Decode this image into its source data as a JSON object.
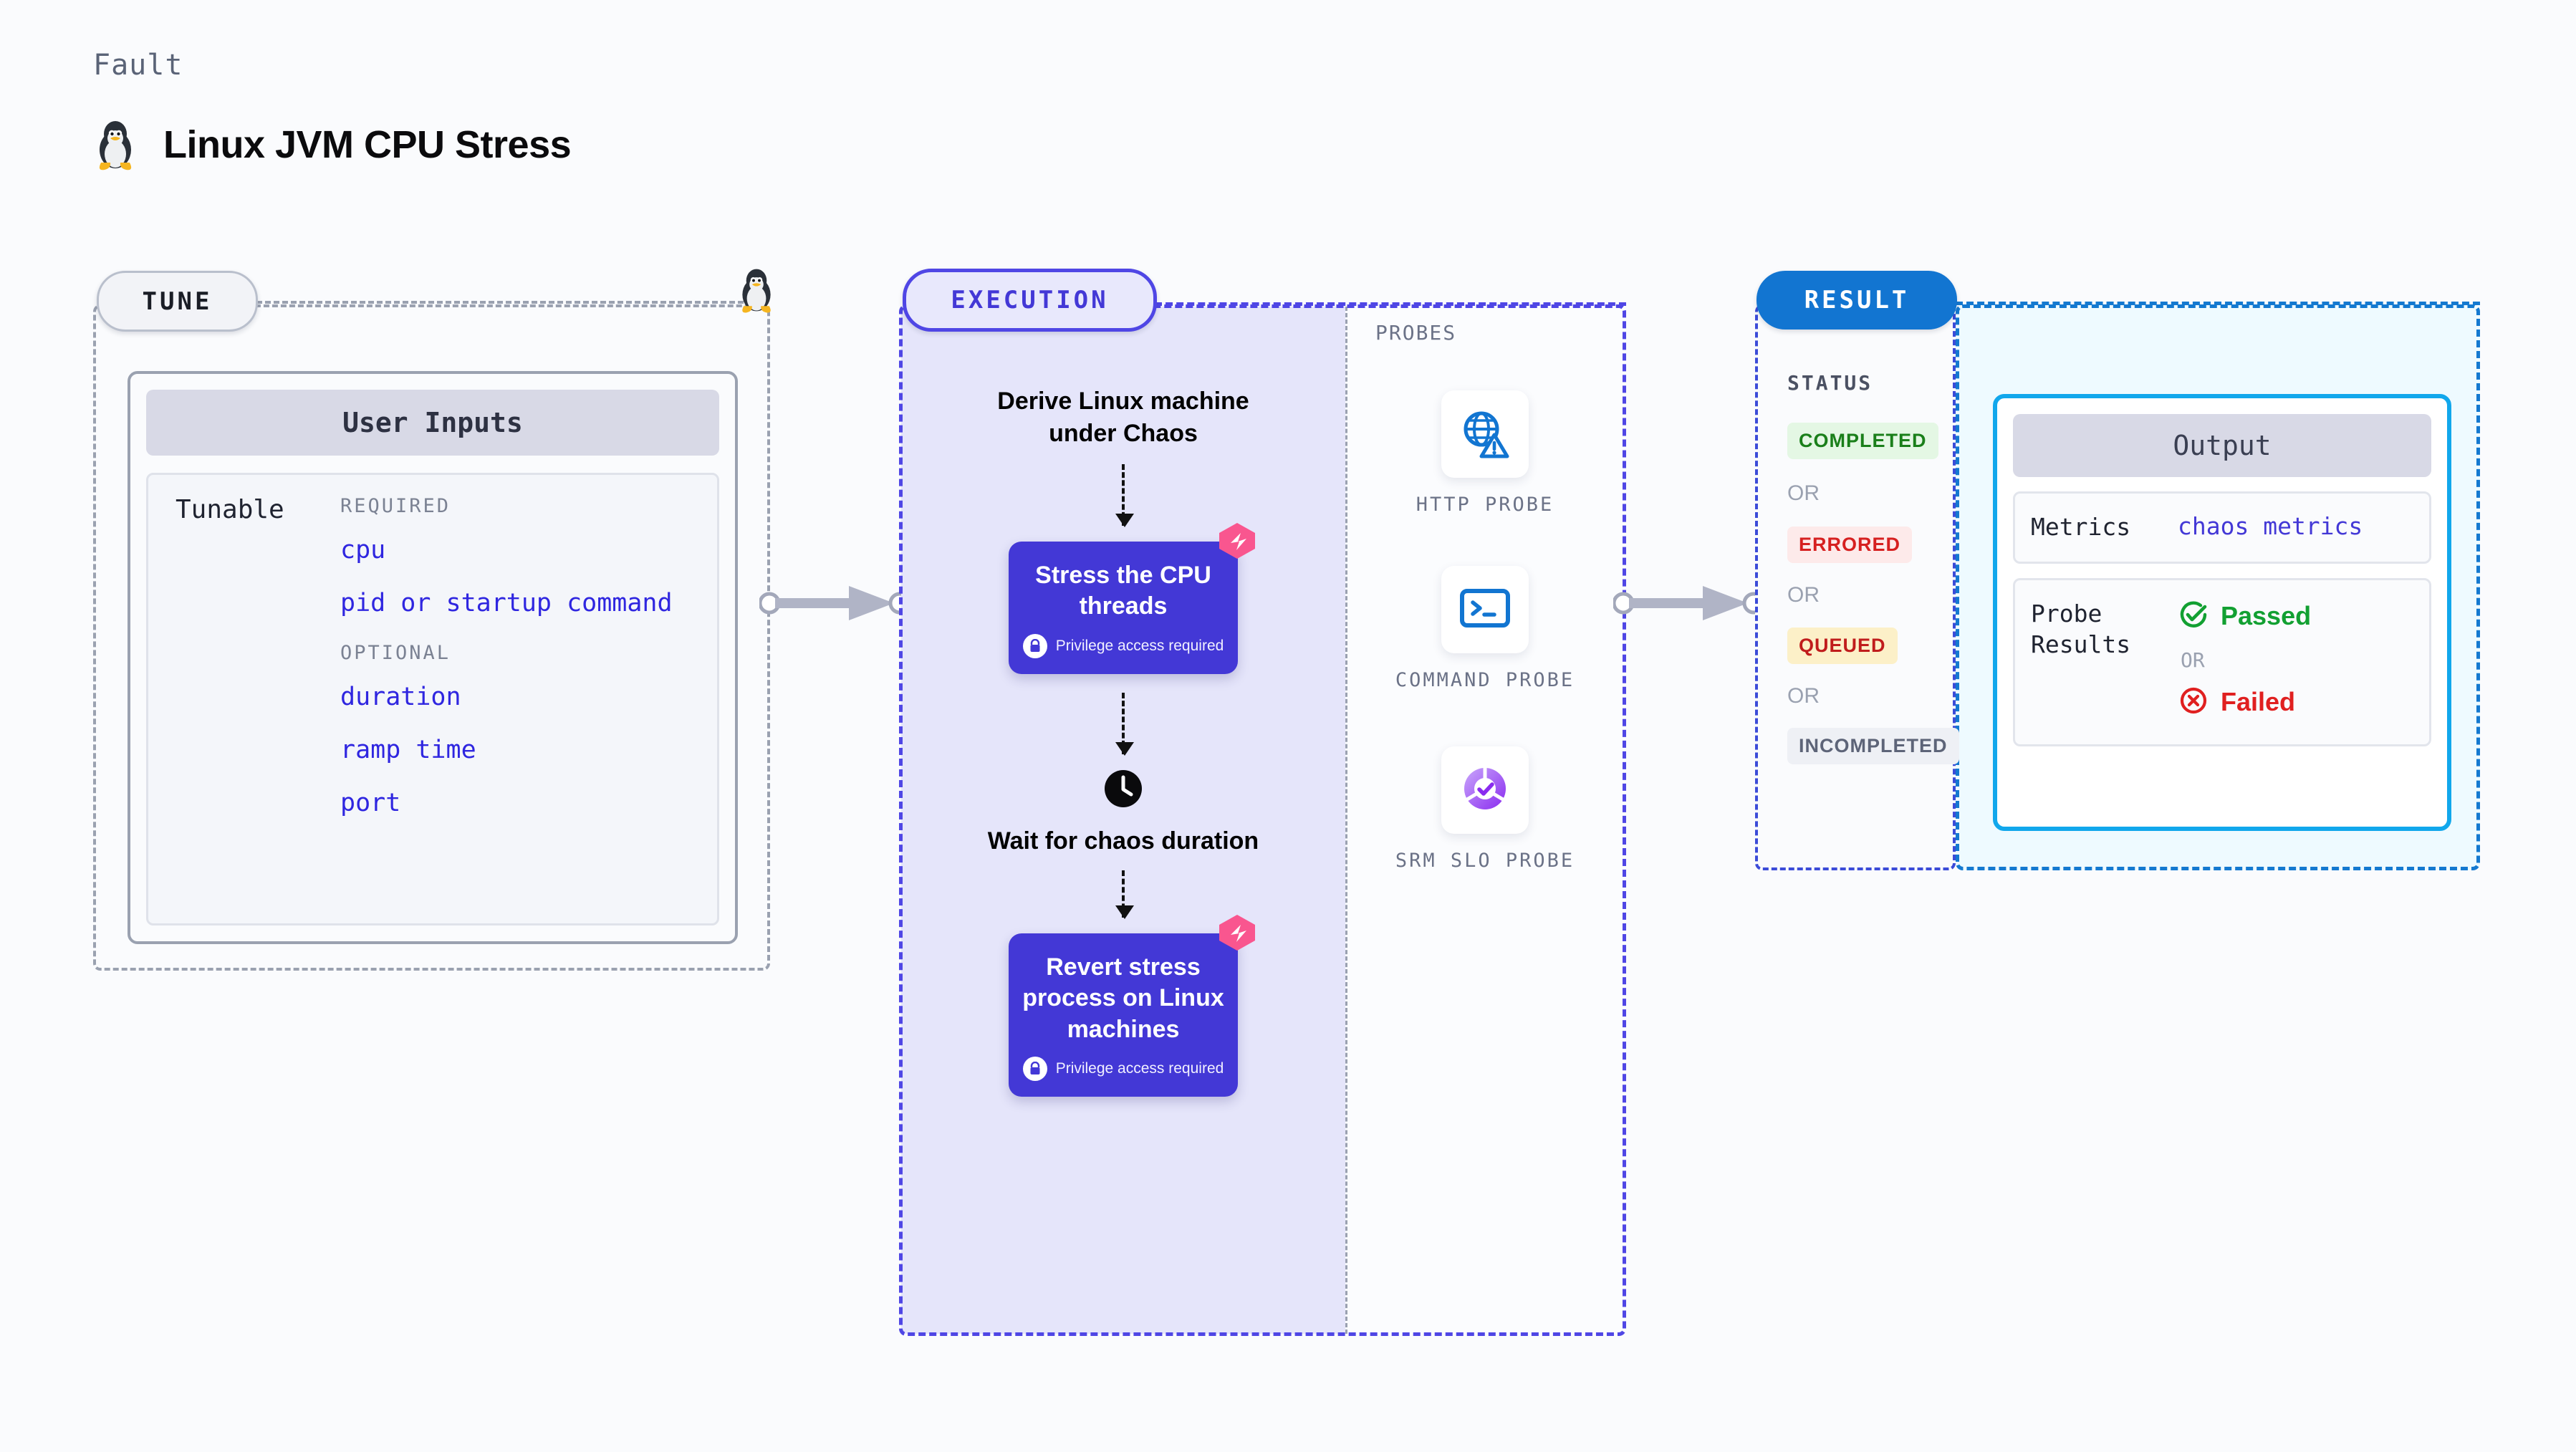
{
  "header": {
    "eyebrow": "Fault",
    "title": "Linux JVM CPU Stress",
    "icon": "tux-penguin-icon"
  },
  "stages": {
    "tune": {
      "pill_label": "TUNE",
      "card": {
        "title": "User Inputs",
        "row_label": "Tunable",
        "groups": [
          {
            "title": "REQUIRED",
            "items": [
              "cpu",
              "pid or startup command"
            ]
          },
          {
            "title": "OPTIONAL",
            "items": [
              "duration",
              "ramp time",
              "port"
            ]
          }
        ]
      }
    },
    "execution": {
      "pill_label": "EXECUTION",
      "steps": [
        {
          "type": "text",
          "label": "Derive Linux machine under Chaos"
        },
        {
          "type": "action",
          "label": "Stress the CPU threads",
          "note": "Privilege access required"
        },
        {
          "type": "wait",
          "label": "Wait for chaos duration",
          "icon": "clock-icon"
        },
        {
          "type": "action",
          "label": "Revert stress process on Linux machines",
          "note": "Privilege access required"
        }
      ]
    },
    "probes": {
      "title": "PROBES",
      "items": [
        {
          "label": "HTTP PROBE",
          "icon": "globe-warning-icon"
        },
        {
          "label": "COMMAND PROBE",
          "icon": "terminal-icon"
        },
        {
          "label": "SRM SLO PROBE",
          "icon": "slo-gauge-icon"
        }
      ]
    },
    "result": {
      "pill_label": "RESULT",
      "status_label": "STATUS",
      "or_label": "OR",
      "statuses": [
        {
          "label": "COMPLETED",
          "bg": "#e4f7e4",
          "fg": "#1a7f1a"
        },
        {
          "label": "ERRORED",
          "bg": "#fdeaea",
          "fg": "#d62020"
        },
        {
          "label": "QUEUED",
          "bg": "#fcf0c8",
          "fg": "#c01c1c"
        },
        {
          "label": "INCOMPLETED",
          "bg": "#eef0f5",
          "fg": "#5d6478"
        }
      ]
    },
    "output": {
      "title": "Output",
      "rows": [
        {
          "label": "Metrics",
          "value": "chaos metrics"
        },
        {
          "label": "Probe Results",
          "pass": "Passed",
          "or": "OR",
          "fail": "Failed"
        }
      ]
    }
  },
  "colors": {
    "indigo": "#4338d6",
    "blue": "#1275d1",
    "cyan": "#11a7ec",
    "pink": "#f9568f",
    "gray_dash": "#9aa1b0",
    "exec_fill": "#e5e5fa"
  }
}
